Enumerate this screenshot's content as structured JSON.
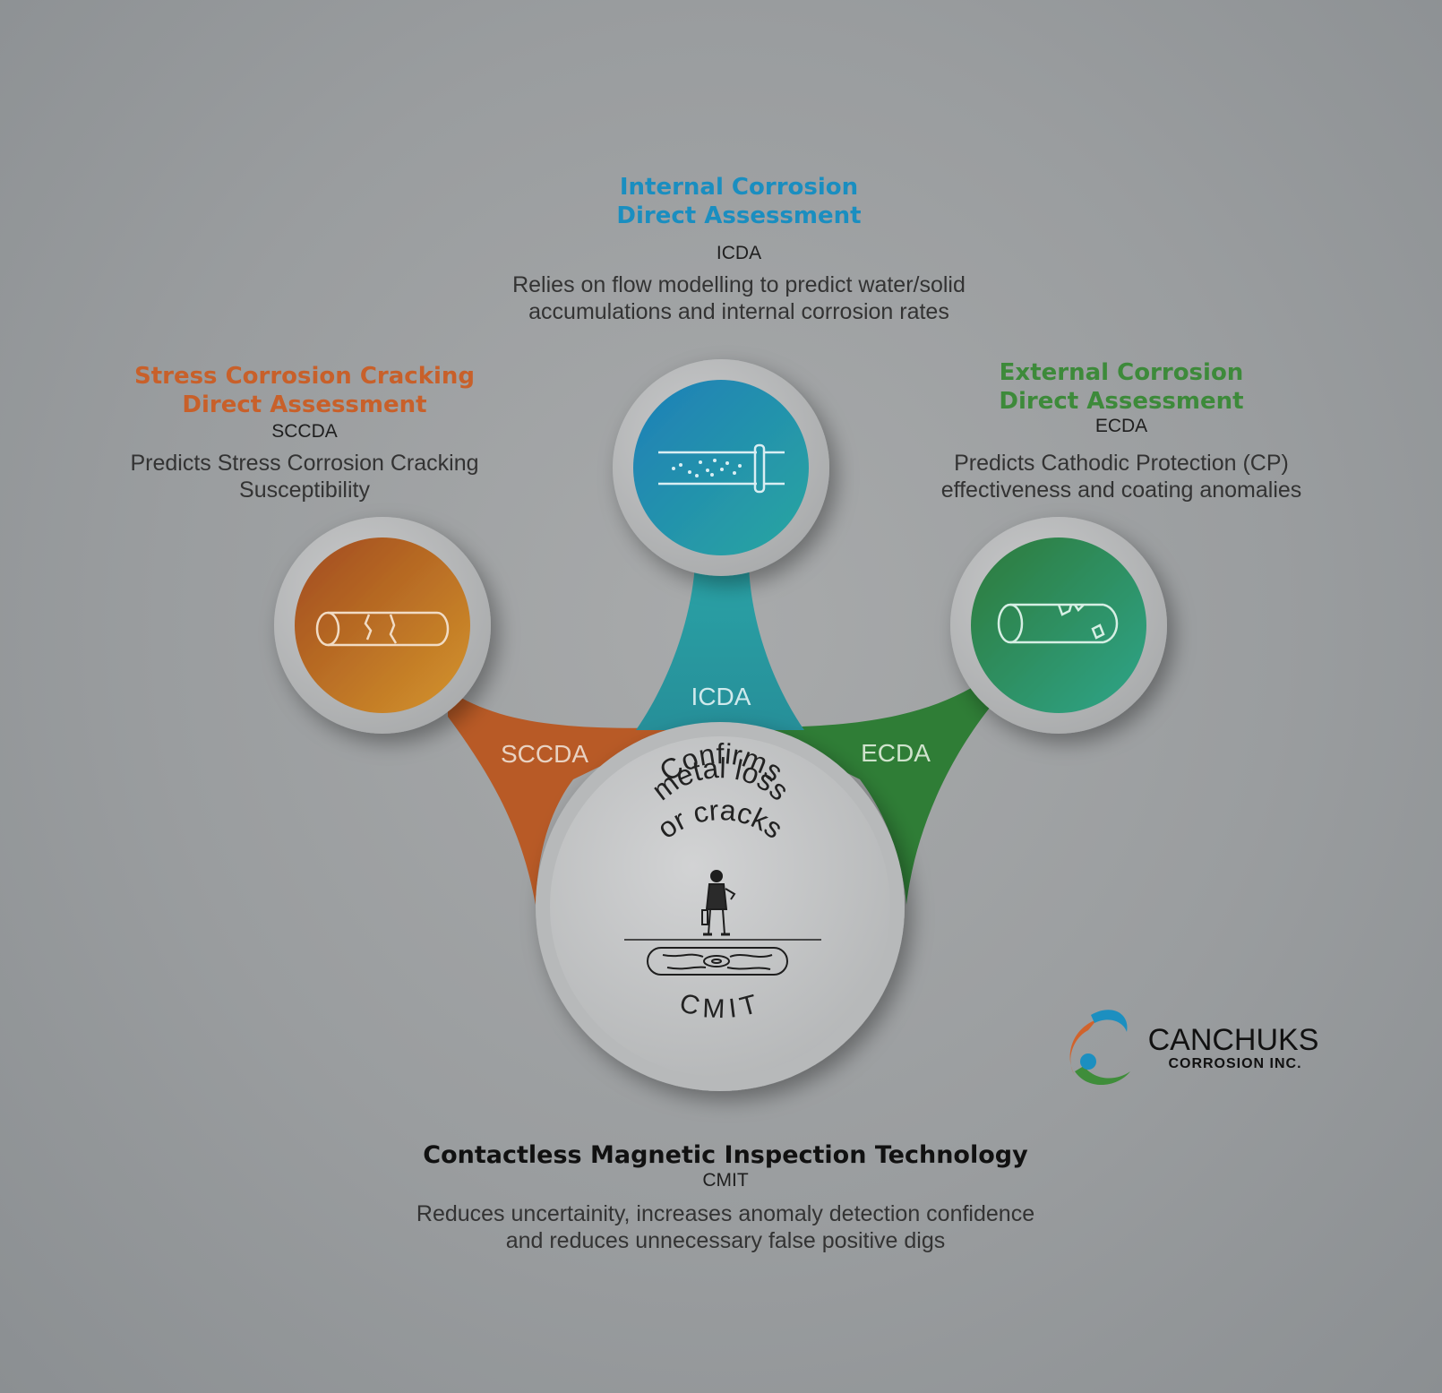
{
  "colors": {
    "icda": "#1a8ec0",
    "sccda": "#c8602a",
    "ecda": "#3d8a3a",
    "cmit_text": "#111111"
  },
  "icda": {
    "title_lines": [
      "Internal Corrosion",
      "Direct Assessment"
    ],
    "abbr": "ICDA",
    "desc_lines": [
      "Relies on flow modelling to predict water/solid",
      "accumulations and internal corrosion rates"
    ],
    "connector_label": "ICDA",
    "icon": "pipe-with-particles-icon"
  },
  "sccda": {
    "title_lines": [
      "Stress Corrosion Cracking",
      "Direct Assessment"
    ],
    "abbr": "SCCDA",
    "desc_lines": [
      "Predicts Stress Corrosion Cracking",
      "Susceptibility"
    ],
    "connector_label": "SCCDA",
    "icon": "cracked-pipe-icon"
  },
  "ecda": {
    "title_lines": [
      "External Corrosion",
      "Direct Assessment"
    ],
    "abbr": "ECDA",
    "desc_lines": [
      "Predicts Cathodic Protection (CP)",
      "effectiveness and coating anomalies"
    ],
    "connector_label": "ECDA",
    "icon": "damaged-coating-pipe-icon"
  },
  "cmit": {
    "arc_lines": [
      "Confirms",
      "metal loss",
      "or cracks"
    ],
    "label": "CMIT",
    "title": "Contactless Magnetic Inspection Technology",
    "abbr": "CMIT",
    "desc_lines": [
      "Reduces uncertainity, increases anomaly detection confidence",
      "and reduces unnecessary false positive digs"
    ],
    "icon": "inspector-over-pipe-icon"
  },
  "logo": {
    "name": "CANCHUKS",
    "subtitle": "CORROSION INC.",
    "icon": "canchuks-logo-icon"
  }
}
